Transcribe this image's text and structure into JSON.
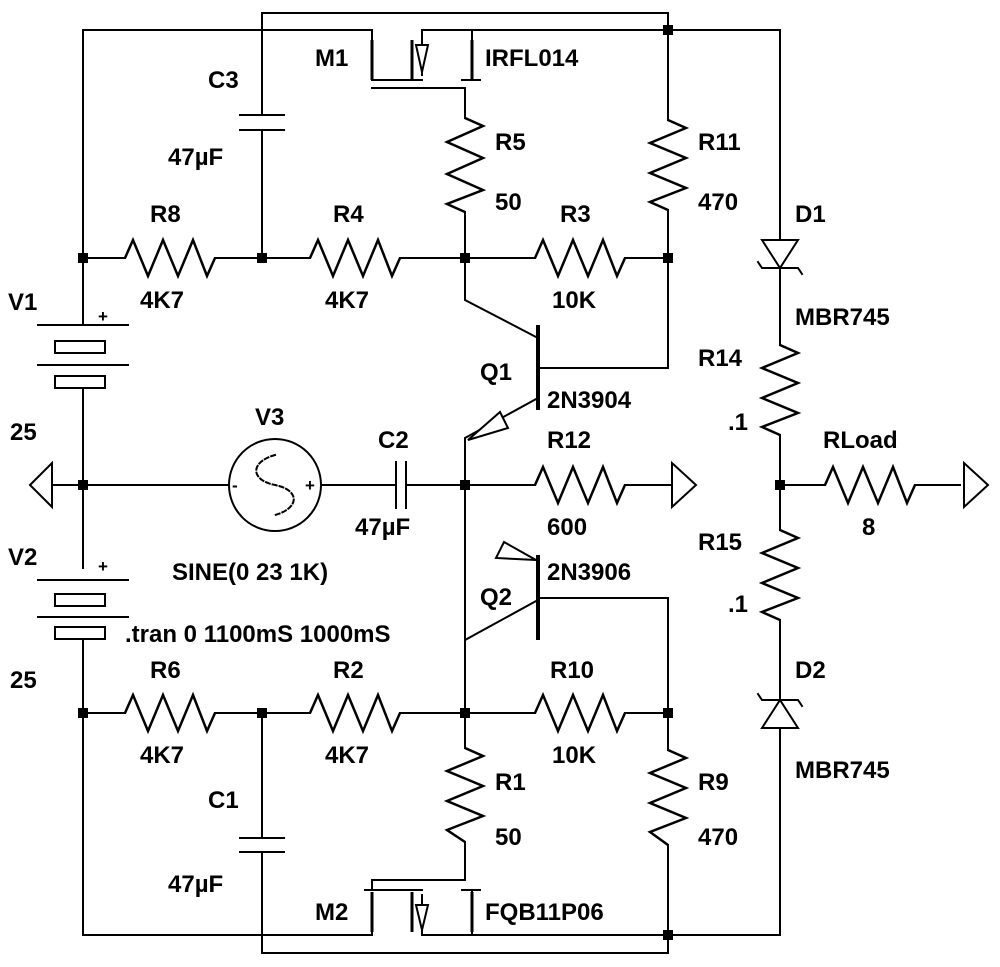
{
  "components": {
    "v1": {
      "name": "V1",
      "value": "25"
    },
    "v2": {
      "name": "V2",
      "value": "25"
    },
    "v3": {
      "name": "V3",
      "value": "SINE(0 23 1K)"
    },
    "c1": {
      "name": "C1",
      "value": "47µF"
    },
    "c2": {
      "name": "C2",
      "value": "47µF"
    },
    "c3": {
      "name": "C3",
      "value": "47µF"
    },
    "r1": {
      "name": "R1",
      "value": "50"
    },
    "r2": {
      "name": "R2",
      "value": "4K7"
    },
    "r3": {
      "name": "R3",
      "value": "10K"
    },
    "r4": {
      "name": "R4",
      "value": "4K7"
    },
    "r5": {
      "name": "R5",
      "value": "50"
    },
    "r6": {
      "name": "R6",
      "value": "4K7"
    },
    "r8": {
      "name": "R8",
      "value": "4K7"
    },
    "r9": {
      "name": "R9",
      "value": "470"
    },
    "r10": {
      "name": "R10",
      "value": "10K"
    },
    "r11": {
      "name": "R11",
      "value": "470"
    },
    "r12": {
      "name": "R12",
      "value": "600"
    },
    "r14": {
      "name": "R14",
      "value": ".1"
    },
    "r15": {
      "name": "R15",
      "value": ".1"
    },
    "rload": {
      "name": "RLoad",
      "value": "8"
    },
    "q1": {
      "name": "Q1",
      "value": "2N3904"
    },
    "q2": {
      "name": "Q2",
      "value": "2N3906"
    },
    "m1": {
      "name": "M1",
      "value": "IRFL014"
    },
    "m2": {
      "name": "M2",
      "value": "FQB11P06"
    },
    "d1": {
      "name": "D1",
      "value": "MBR745"
    },
    "d2": {
      "name": "D2",
      "value": "MBR745"
    }
  },
  "directive": ".tran 0 1100mS 1000mS",
  "polarity": {
    "plus": "+",
    "minus": "-"
  }
}
